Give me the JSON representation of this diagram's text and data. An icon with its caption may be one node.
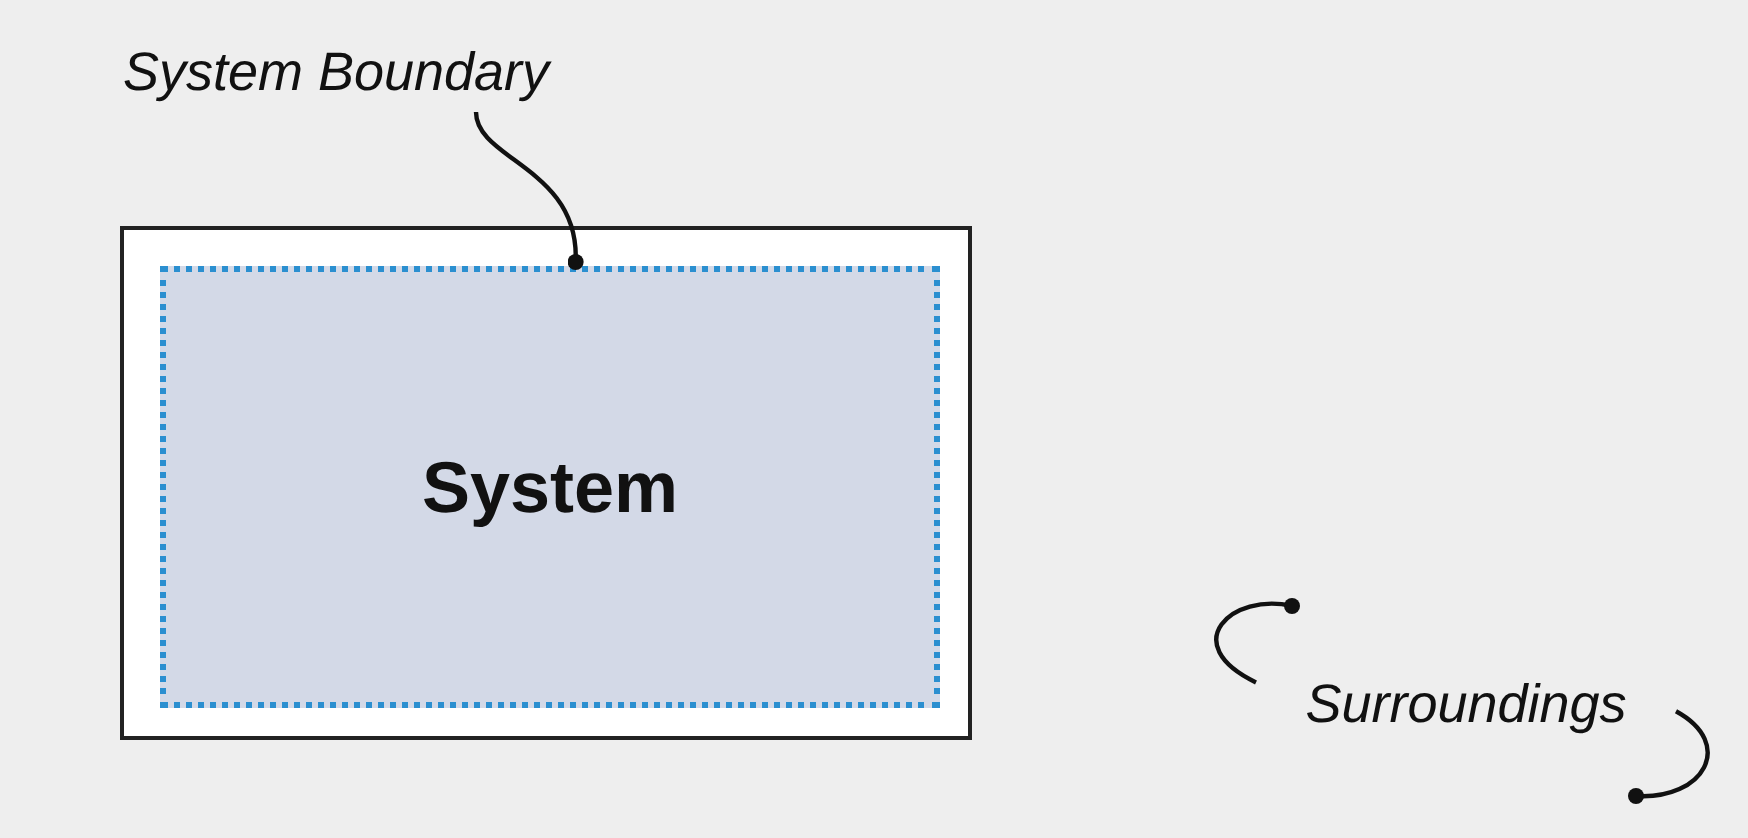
{
  "diagram": {
    "nodes": [
      {
        "text": [
          "System Boundary"
        ]
      },
      {
        "text": [],
        "shape": "box"
      },
      {
        "text": [
          "System"
        ],
        "in": 1
      },
      {
        "text": [
          "Surroundings"
        ]
      }
    ],
    "edges": [
      {
        "from": 0,
        "to": 2,
        "arrow": "other"
      },
      {
        "from": 3,
        "to": null,
        "arrow": "other"
      },
      {
        "from": 3,
        "to": null,
        "arrow": "other"
      }
    ]
  }
}
